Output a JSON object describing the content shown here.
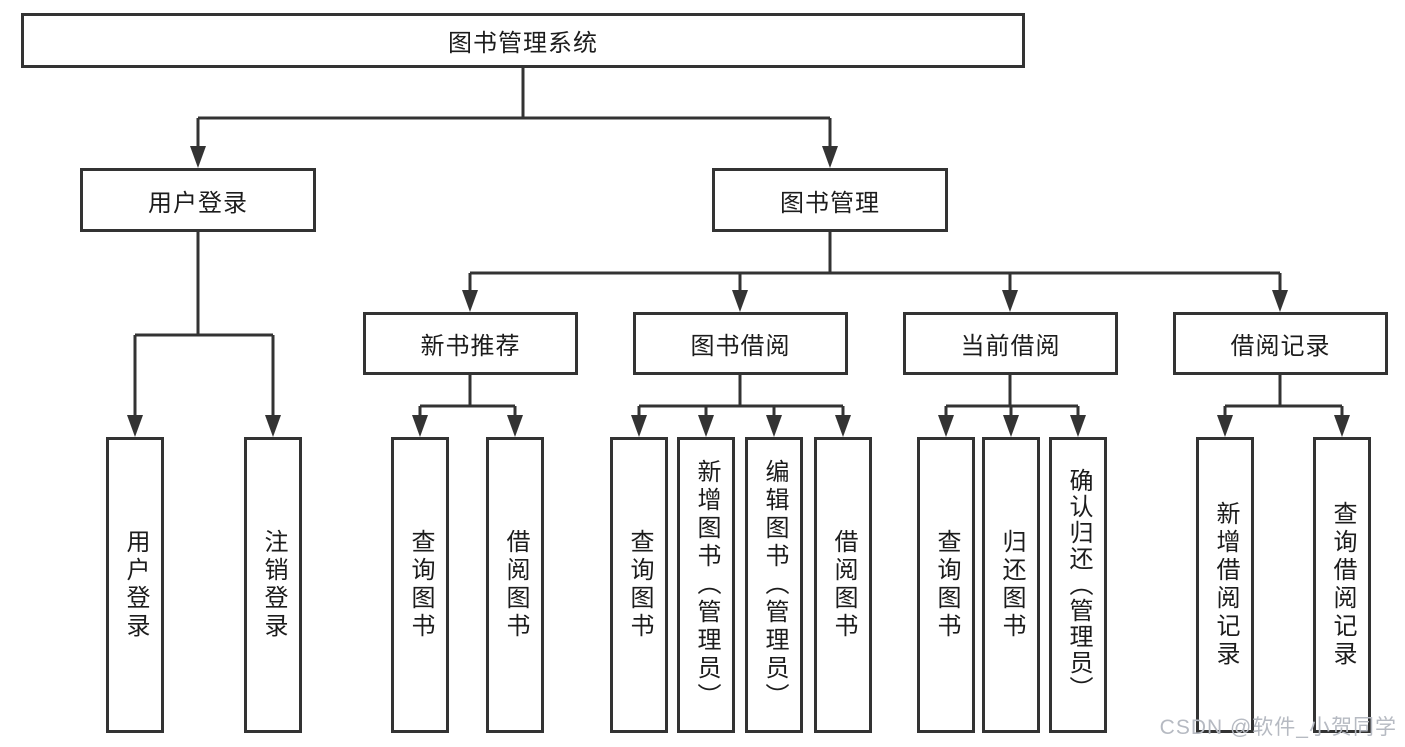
{
  "diagram": {
    "type": "hierarchy",
    "colors": {
      "box_border": "#333333",
      "connector": "#333333",
      "background": "#ffffff",
      "text": "#1c1c1c",
      "watermark": "#b6bac2"
    }
  },
  "tree": {
    "root": {
      "label": "图书管理系统",
      "children": [
        {
          "label": "用户登录",
          "children": [
            {
              "label": "用户登录"
            },
            {
              "label": "注销登录"
            }
          ]
        },
        {
          "label": "图书管理",
          "children": [
            {
              "label": "新书推荐",
              "children": [
                {
                  "label": "查询图书"
                },
                {
                  "label": "借阅图书"
                }
              ]
            },
            {
              "label": "图书借阅",
              "children": [
                {
                  "label": "查询图书"
                },
                {
                  "label": "新增图书（管理员）"
                },
                {
                  "label": "编辑图书（管理员）"
                },
                {
                  "label": "借阅图书"
                }
              ]
            },
            {
              "label": "当前借阅",
              "children": [
                {
                  "label": "查询图书"
                },
                {
                  "label": "归还图书"
                },
                {
                  "label": "确认归还（管理员）"
                }
              ]
            },
            {
              "label": "借阅记录",
              "children": [
                {
                  "label": "新增借阅记录"
                },
                {
                  "label": "查询借阅记录"
                }
              ]
            }
          ]
        }
      ]
    }
  },
  "watermark": {
    "text": "CSDN @软件_小贺同学"
  }
}
